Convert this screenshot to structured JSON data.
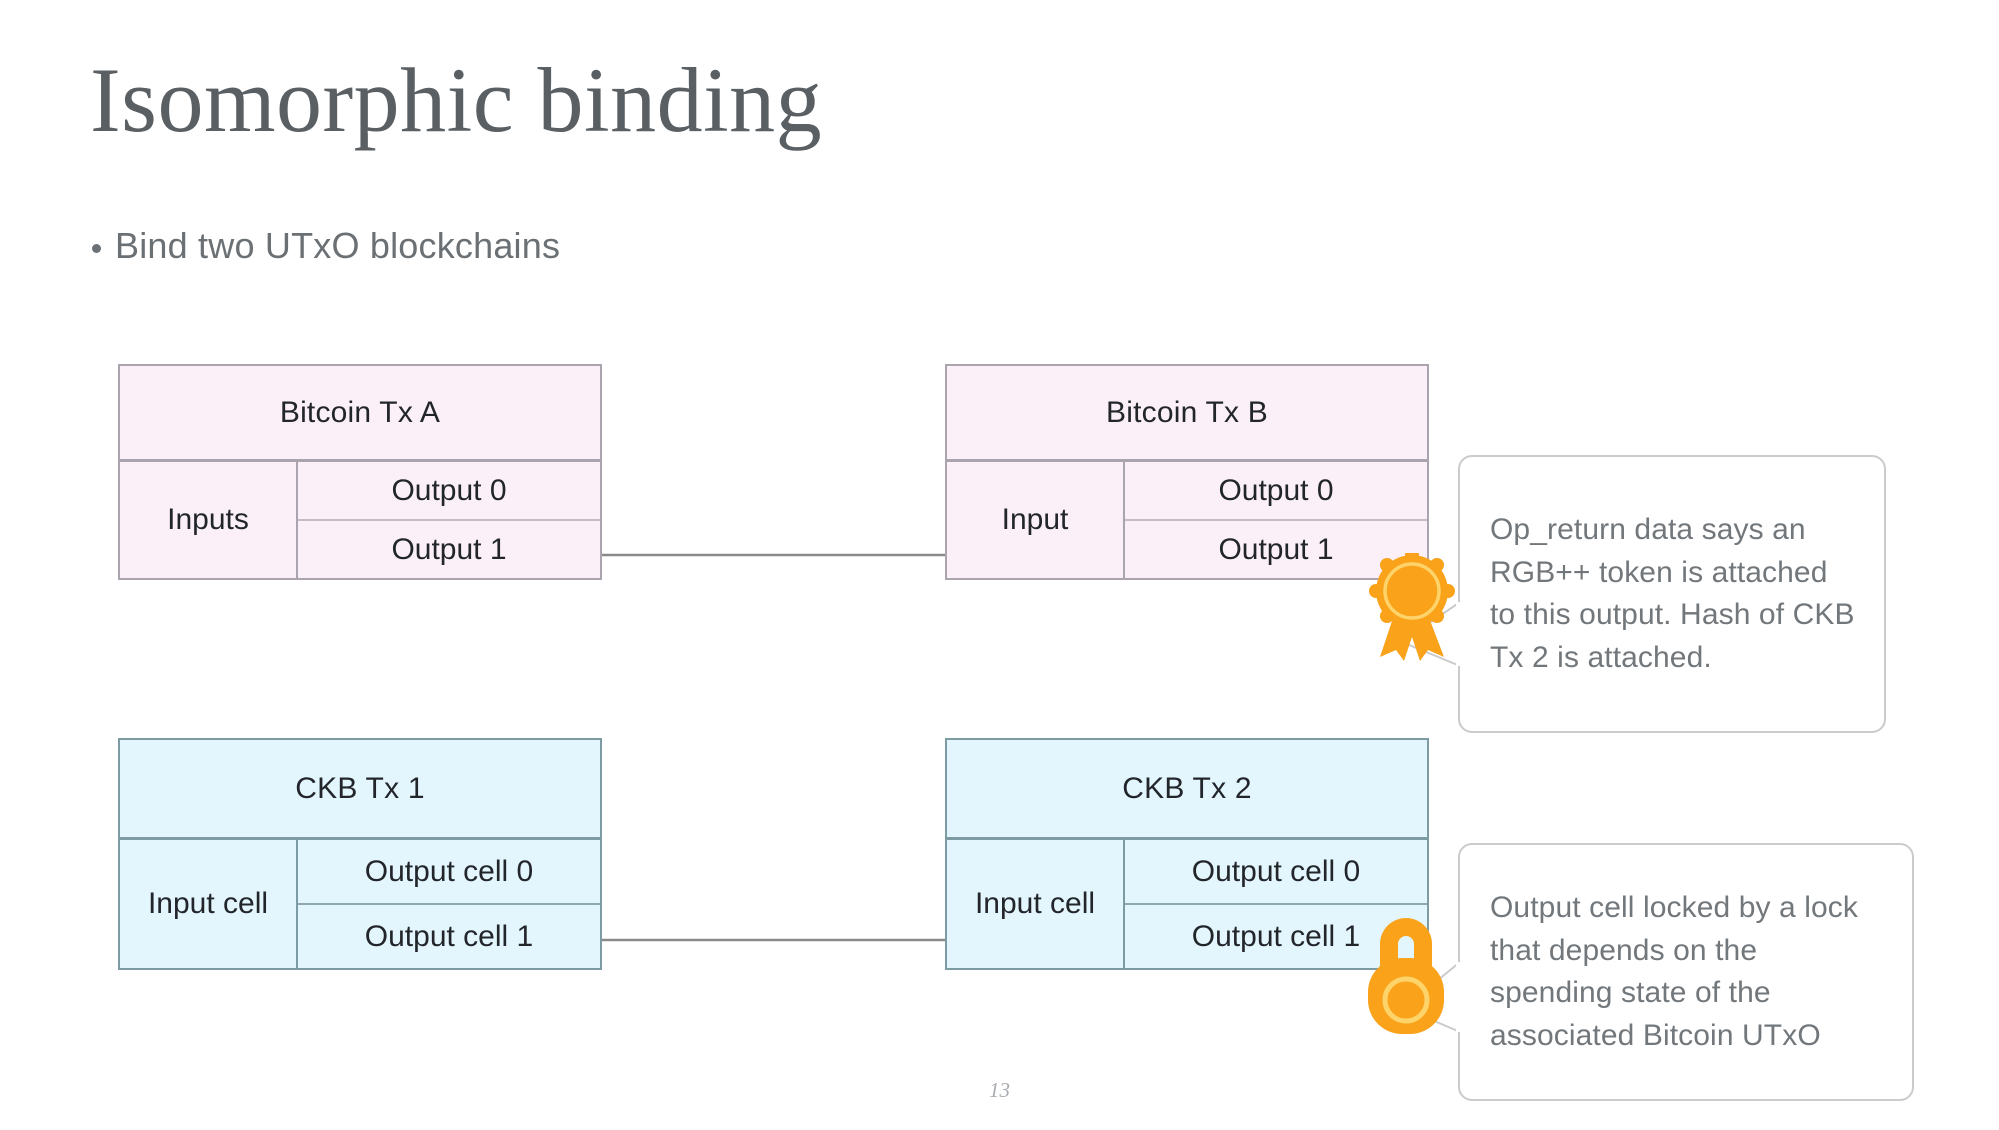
{
  "slide": {
    "title": "Isomorphic binding",
    "page_number": "13",
    "bullets": [
      {
        "text": "Bind two UTxO blockchains"
      }
    ]
  },
  "colors": {
    "title_text": "#5a5f63",
    "bullet_text": "#6b7074",
    "bitcoin_box_fill": "#fbf0f8",
    "bitcoin_box_border": "#a9a4ae",
    "ckb_box_fill": "#e3f6fd",
    "ckb_box_border": "#7c9ba3",
    "callout_border": "#c9cbcd",
    "callout_text": "#72777b",
    "icon_orange": "#f9a21a",
    "arrow": "#8a8a8a"
  },
  "diagram": {
    "transactions": [
      {
        "id": "bitcoin-tx-a",
        "chain": "bitcoin",
        "header": "Bitcoin Tx A",
        "inputs_label": "Inputs",
        "outputs": [
          "Output 0",
          "Output 1"
        ]
      },
      {
        "id": "bitcoin-tx-b",
        "chain": "bitcoin",
        "header": "Bitcoin Tx B",
        "inputs_label": "Input",
        "outputs": [
          "Output 0",
          "Output 1"
        ]
      },
      {
        "id": "ckb-tx-1",
        "chain": "ckb",
        "header": "CKB Tx 1",
        "inputs_label": "Input cell",
        "outputs": [
          "Output cell 0",
          "Output cell 1"
        ]
      },
      {
        "id": "ckb-tx-2",
        "chain": "ckb",
        "header": "CKB Tx 2",
        "inputs_label": "Input cell",
        "outputs": [
          "Output cell 0",
          "Output cell 1"
        ]
      }
    ],
    "callouts": [
      {
        "id": "op-return-callout",
        "icon": "award-badge-icon",
        "text": "Op_return data says an RGB++ token is attached to this output. Hash of CKB Tx 2 is attached."
      },
      {
        "id": "lock-callout",
        "icon": "padlock-icon",
        "text": "Output cell locked by a lock that depends on the spending state of the associated Bitcoin UTxO"
      }
    ]
  }
}
